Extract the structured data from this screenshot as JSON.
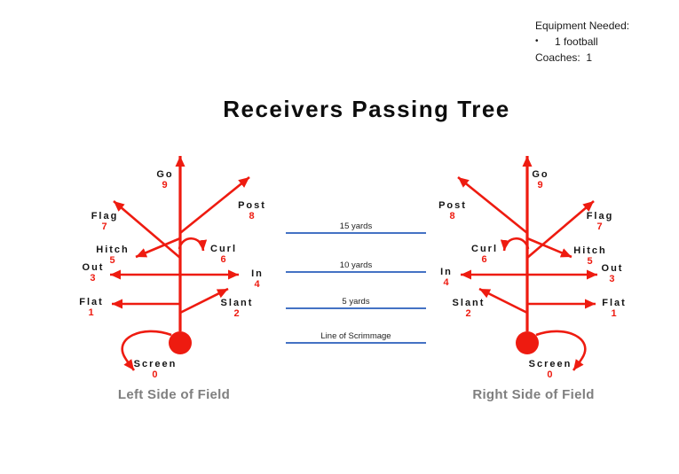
{
  "title": "Receivers Passing Tree",
  "equipment": {
    "heading": "Equipment Needed:",
    "bullet": "•",
    "item": "1 football",
    "coaches": "Coaches:  1"
  },
  "field": {
    "lines": [
      {
        "label": "15 yards"
      },
      {
        "label": "10 yards"
      },
      {
        "label": "5 yards"
      },
      {
        "label": "Line of Scrimmage"
      }
    ]
  },
  "left_tree": {
    "caption": "Left Side of Field",
    "routes": {
      "go": {
        "name": "Go",
        "number": "9"
      },
      "post": {
        "name": "Post",
        "number": "8"
      },
      "flag": {
        "name": "Flag",
        "number": "7"
      },
      "curl": {
        "name": "Curl",
        "number": "6"
      },
      "hitch": {
        "name": "Hitch",
        "number": "5"
      },
      "in": {
        "name": "In",
        "number": "4"
      },
      "out": {
        "name": "Out",
        "number": "3"
      },
      "slant": {
        "name": "Slant",
        "number": "2"
      },
      "flat": {
        "name": "Flat",
        "number": "1"
      },
      "screen": {
        "name": "Screen",
        "number": "0"
      }
    }
  },
  "right_tree": {
    "caption": "Right Side of Field",
    "routes": {
      "go": {
        "name": "Go",
        "number": "9"
      },
      "post": {
        "name": "Post",
        "number": "8"
      },
      "flag": {
        "name": "Flag",
        "number": "7"
      },
      "curl": {
        "name": "Curl",
        "number": "6"
      },
      "hitch": {
        "name": "Hitch",
        "number": "5"
      },
      "in": {
        "name": "In",
        "number": "4"
      },
      "out": {
        "name": "Out",
        "number": "3"
      },
      "slant": {
        "name": "Slant",
        "number": "2"
      },
      "flat": {
        "name": "Flat",
        "number": "1"
      },
      "screen": {
        "name": "Screen",
        "number": "0"
      }
    }
  },
  "colors": {
    "route_red": "#ee1b10",
    "line_blue": "#4472c4",
    "caption_gray": "#7f7f7f"
  }
}
